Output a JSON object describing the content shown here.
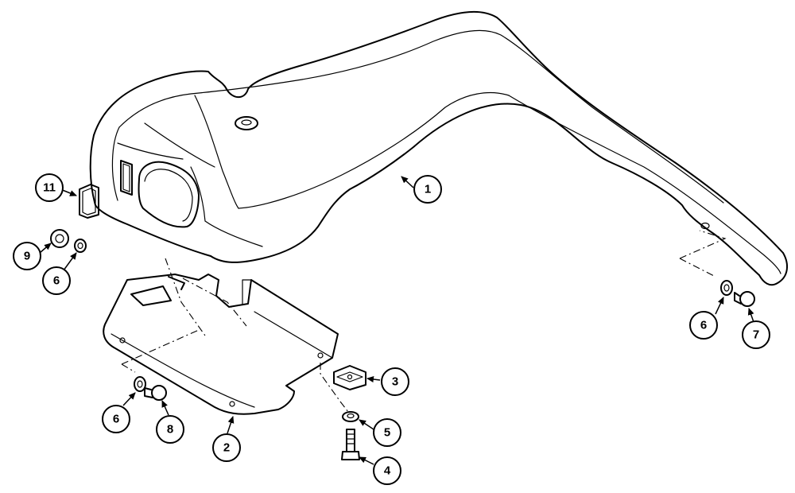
{
  "callouts": [
    {
      "id": "c1",
      "label": "1"
    },
    {
      "id": "c2",
      "label": "2"
    },
    {
      "id": "c3",
      "label": "3"
    },
    {
      "id": "c4",
      "label": "4"
    },
    {
      "id": "c5",
      "label": "5"
    },
    {
      "id": "c6a",
      "label": "6"
    },
    {
      "id": "c6b",
      "label": "6"
    },
    {
      "id": "c6c",
      "label": "6"
    },
    {
      "id": "c7",
      "label": "7"
    },
    {
      "id": "c8",
      "label": "8"
    },
    {
      "id": "c9",
      "label": "9"
    },
    {
      "id": "c11",
      "label": "11"
    }
  ]
}
